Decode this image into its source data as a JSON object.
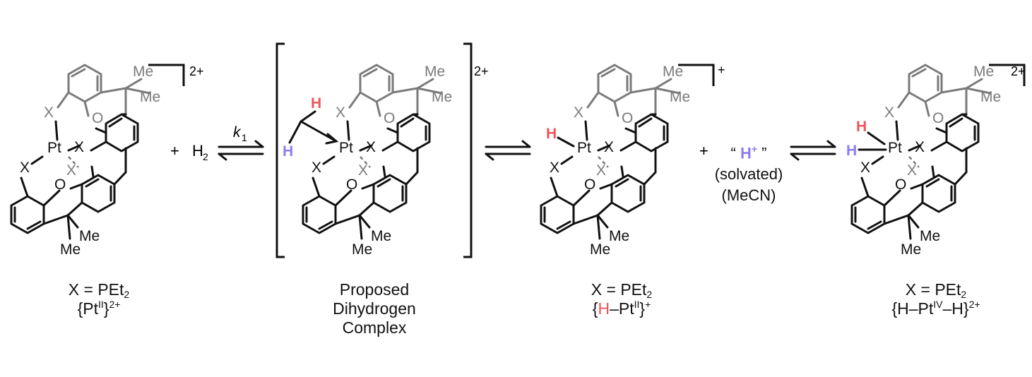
{
  "atoms": {
    "pt": "Pt",
    "x": "X",
    "o": "O",
    "me": "Me",
    "h": "H"
  },
  "charges": {
    "c1": "2+",
    "c2": "2+",
    "c3": "+",
    "c4": "2+"
  },
  "reagent": {
    "plus": "+",
    "h2": "H",
    "h2_sub": "2"
  },
  "rate_constant": {
    "k": "k",
    "sub": "1"
  },
  "proton": {
    "plus": "+",
    "open_quote": "“",
    "h": "H",
    "sup": "+",
    "close_quote": "”",
    "solvated": "(solvated)",
    "solvent": "(MeCN)"
  },
  "labels": {
    "c1": {
      "line1": "X = PEt",
      "line1_sub": "2",
      "line2_a": "{Pt",
      "line2_ox": "II",
      "line2_b": "}",
      "line2_charge": "2+"
    },
    "c2": {
      "line1": "Proposed",
      "line2": "Dihydrogen",
      "line3": "Complex"
    },
    "c3": {
      "line1": "X = PEt",
      "line1_sub": "2",
      "line2_a": "{",
      "line2_h": "H",
      "line2_b": "–Pt",
      "line2_ox": "II",
      "line2_c": "}",
      "line2_charge": "+"
    },
    "c4": {
      "line1": "X = PEt",
      "line1_sub": "2",
      "line2_a": "{H–Pt",
      "line2_ox": "IV",
      "line2_b": "–H}",
      "line2_charge": "2+"
    }
  },
  "colors": {
    "bond": "#111111",
    "gray": "#7a7a7a",
    "h_red": "#f0555a",
    "h_blue": "#8a7df0"
  }
}
